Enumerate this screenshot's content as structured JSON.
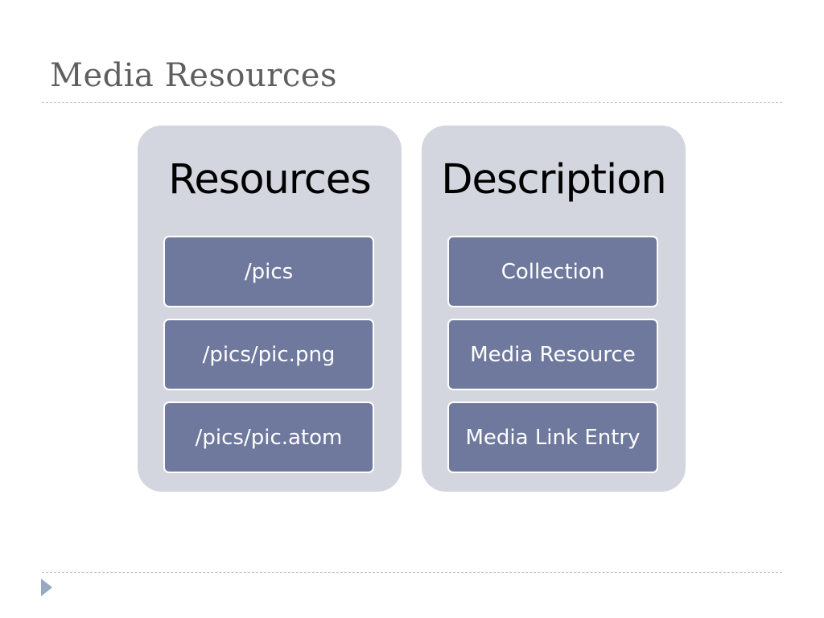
{
  "slide": {
    "title": "Media Resources"
  },
  "diagram": {
    "left_panel": {
      "heading": "Resources",
      "items": [
        "/pics",
        "/pics/pic.png",
        "/pics/pic.atom"
      ]
    },
    "right_panel": {
      "heading": "Description",
      "items": [
        "Collection",
        "Media Resource",
        "Media Link Entry"
      ]
    }
  },
  "colors": {
    "panel_background": "#d3d6de",
    "item_fill": "#6f799d",
    "item_text": "#ffffff",
    "title_text": "#5f5f5f",
    "rule": "#b9c3cf",
    "bullet": "#97a9c1"
  },
  "icons": {
    "footer_bullet": "triangle-bullet-icon"
  }
}
